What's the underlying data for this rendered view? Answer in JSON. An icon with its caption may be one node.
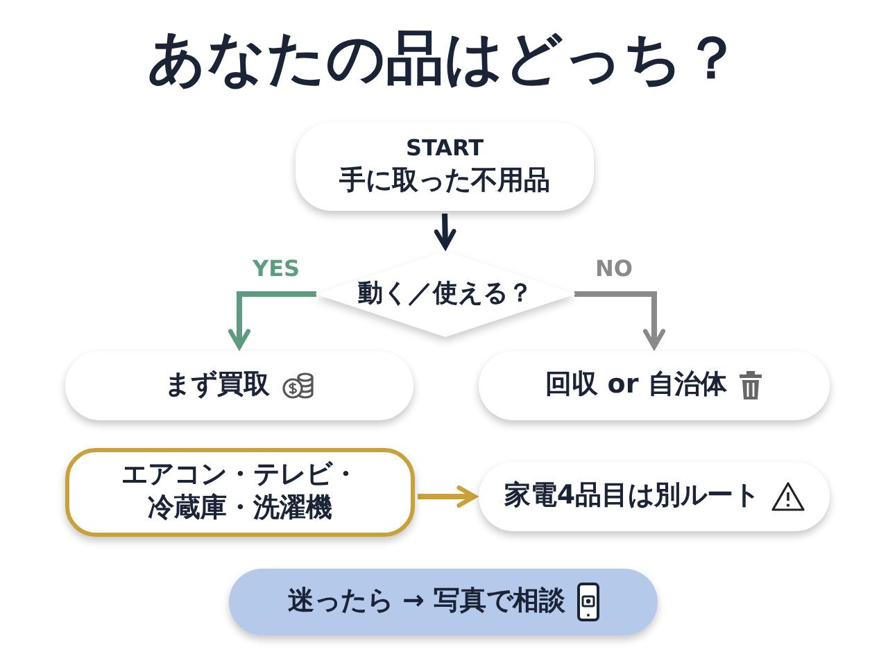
{
  "diagram": {
    "title": "あなたの品はどっち？",
    "nodes": [
      {
        "text": [
          "START",
          "手に取った不用品"
        ]
      },
      {
        "text": [
          "動く／使える？"
        ]
      },
      {
        "text": [
          "まず買取"
        ]
      },
      {
        "text": [
          "回収 or 自治体"
        ]
      },
      {
        "text": [
          "エアコン・テレビ・冷蔵庫・洗濯機"
        ]
      },
      {
        "text": [
          "家電4品目は別ルート"
        ]
      },
      {
        "text": [
          "迷ったら → 写真で相談"
        ]
      }
    ],
    "edges": [
      {
        "from": 0,
        "to": 1,
        "arrow": "to"
      },
      {
        "from": 1,
        "to": 2,
        "arrow": "to",
        "label": "YES",
        "color": "#5e9c80"
      },
      {
        "from": 1,
        "to": 3,
        "arrow": "to",
        "label": "NO",
        "color": "#8a8a8a"
      },
      {
        "from": 4,
        "to": 5,
        "arrow": "to",
        "color": "#c9a13b"
      }
    ]
  }
}
